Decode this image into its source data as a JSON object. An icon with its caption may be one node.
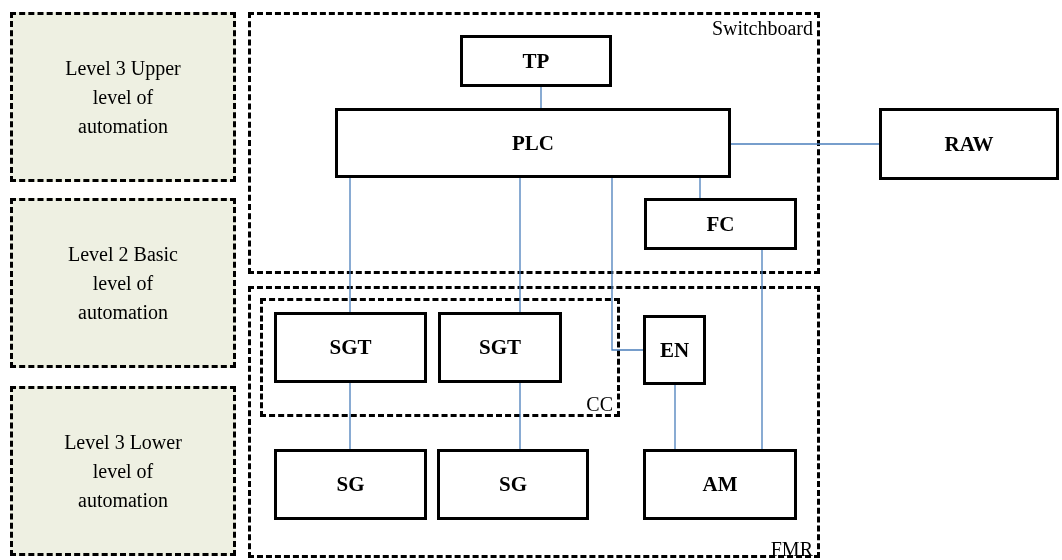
{
  "diagram": {
    "nodes": [
      {
        "text": [
          "Level 3 Upper level of automation"
        ]
      },
      {
        "text": [
          "Level 2 Basic level of automation"
        ]
      },
      {
        "text": [
          "Level 3 Lower level of automation"
        ]
      },
      {
        "text": [
          "Switchboard"
        ]
      },
      {
        "text": [
          "TP"
        ],
        "in": 3
      },
      {
        "text": [
          "PLC"
        ],
        "in": 3
      },
      {
        "text": [
          "FC"
        ],
        "in": 3
      },
      {
        "text": [
          "RAW"
        ]
      },
      {
        "text": [
          "FMR"
        ]
      },
      {
        "text": [
          "CC"
        ],
        "in": 8
      },
      {
        "text": [
          "SGT"
        ],
        "in": 9
      },
      {
        "text": [
          "SGT"
        ],
        "in": 9
      },
      {
        "text": [
          "EN"
        ],
        "in": 8
      },
      {
        "text": [
          "SG"
        ],
        "in": 8
      },
      {
        "text": [
          "SG"
        ],
        "in": 8
      },
      {
        "text": [
          "AM"
        ],
        "in": 8
      }
    ],
    "edges": [
      {
        "from": 4,
        "to": 5,
        "arrow": "none"
      },
      {
        "from": 5,
        "to": 7,
        "arrow": "none"
      },
      {
        "from": 5,
        "to": 10,
        "arrow": "none"
      },
      {
        "from": 5,
        "to": 11,
        "arrow": "none"
      },
      {
        "from": 5,
        "to": 12,
        "arrow": "none"
      },
      {
        "from": 5,
        "to": 6,
        "arrow": "none"
      },
      {
        "from": 6,
        "to": 15,
        "arrow": "none"
      },
      {
        "from": 12,
        "to": 15,
        "arrow": "none"
      },
      {
        "from": 10,
        "to": 13,
        "arrow": "none"
      },
      {
        "from": 11,
        "to": 14,
        "arrow": "none"
      }
    ]
  }
}
